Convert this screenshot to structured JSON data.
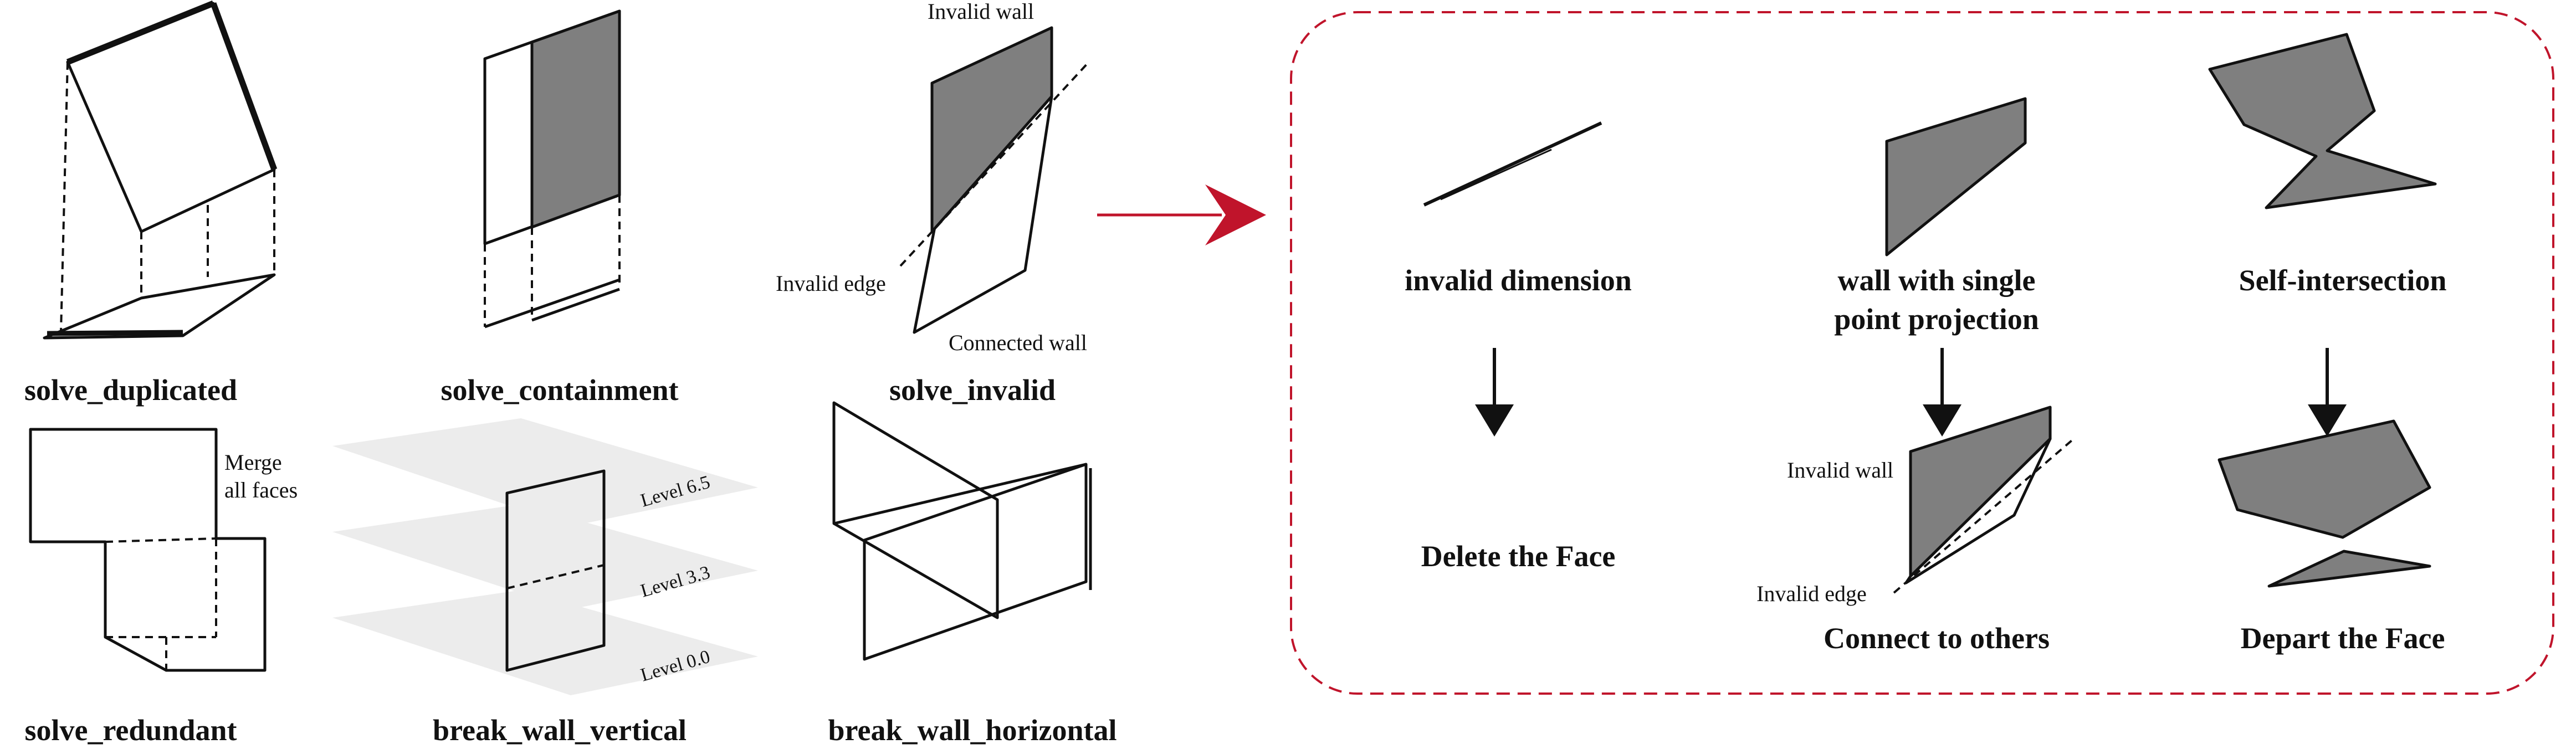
{
  "captions": {
    "solve_duplicated": "solve_duplicated",
    "solve_containment": "solve_containment",
    "solve_invalid": "solve_invalid",
    "solve_redundant": "solve_redundant",
    "break_wall_vertical": "break_wall_vertical",
    "break_wall_horizontal": "break_wall_horizontal"
  },
  "labels": {
    "invalid_wall": "Invalid wall",
    "invalid_edge": "Invalid edge",
    "connected_wall": "Connected wall",
    "merge_line1": "Merge",
    "merge_line2": "all faces",
    "level_65": "Level 6.5",
    "level_33": "Level 3.3",
    "level_00": "Level 0.0"
  },
  "panel": {
    "border_color": "#c0142b",
    "arrow_color": "#c0142b",
    "col1": {
      "title": "invalid dimension",
      "result": "Delete the Face"
    },
    "col2": {
      "title_line1": "wall with single",
      "title_line2": "point projection",
      "invalid_wall": "Invalid wall",
      "invalid_edge": "Invalid edge",
      "result": "Connect to others"
    },
    "col3": {
      "title": "Self-intersection",
      "result": "Depart the Face"
    }
  }
}
